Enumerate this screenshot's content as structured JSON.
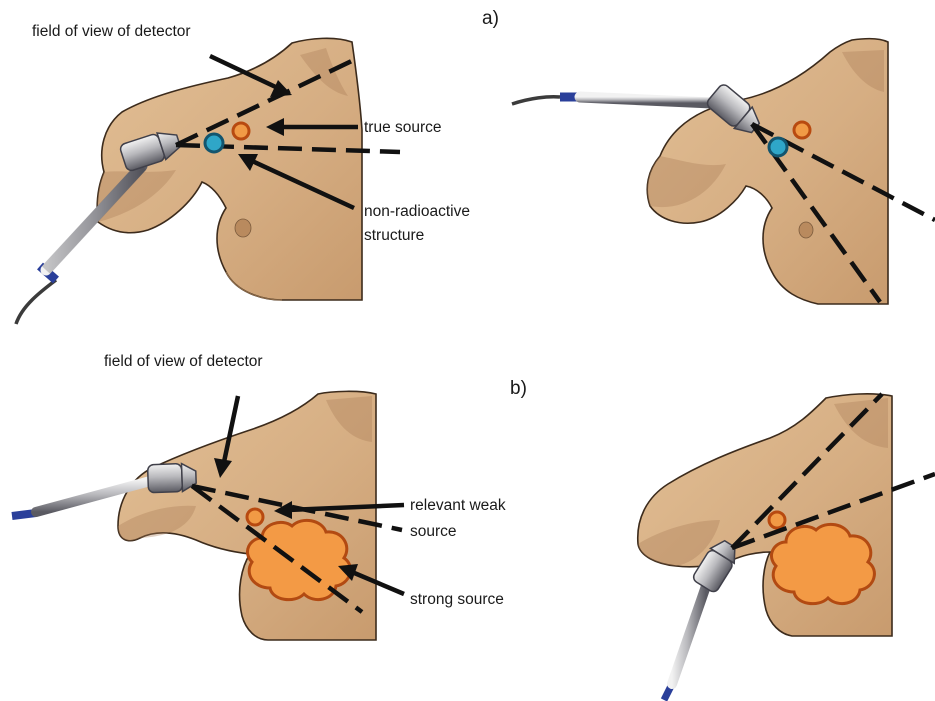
{
  "panels": {
    "a": {
      "label": "a)",
      "annotations": {
        "fov": "field of view of detector",
        "true_source": "true source",
        "non_radioactive_line1": "non-radioactive",
        "non_radioactive_line2": "structure"
      }
    },
    "b": {
      "label": "b)",
      "annotations": {
        "fov": "field of view of detector",
        "weak_line1": "relevant weak",
        "weak_line2": "source",
        "strong": "strong source"
      }
    }
  },
  "colors": {
    "skin": "#d9b48a",
    "source_orange": "#f19a45",
    "non_radioactive_blue": "#2fa6c8",
    "cable_blue": "#2a3f9a"
  }
}
